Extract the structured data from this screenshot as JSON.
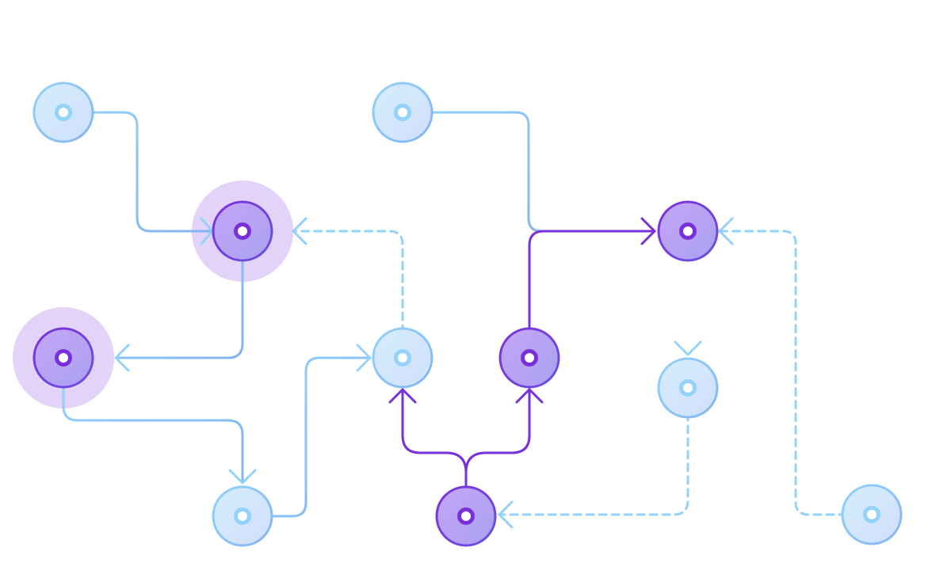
{
  "diagram": {
    "type": "node-flow-graph",
    "palette": {
      "blue_light": "#93d2fb",
      "blue_mid": "#82b4f3",
      "blue_fill_start": "#d6ecfe",
      "blue_fill_end": "#cfe0fb",
      "purple": "#7a30d9",
      "purple_stroke": "#6d3fd9",
      "purple_fill_start": "#c5a4f5",
      "purple_fill_end": "#a9a2f1",
      "purple_halo": "#e3d3f9",
      "background": "#ffffff"
    },
    "nodes": [
      {
        "id": "n1",
        "variant": "blue",
        "halo": false
      },
      {
        "id": "n2",
        "variant": "blue",
        "halo": false
      },
      {
        "id": "n3",
        "variant": "purple",
        "halo": true
      },
      {
        "id": "n4",
        "variant": "purple",
        "halo": false
      },
      {
        "id": "n5",
        "variant": "purple",
        "halo": true
      },
      {
        "id": "n6",
        "variant": "blue",
        "halo": false
      },
      {
        "id": "n7",
        "variant": "purple",
        "halo": false
      },
      {
        "id": "n8",
        "variant": "blue",
        "halo": false
      },
      {
        "id": "n9",
        "variant": "blue",
        "halo": false
      },
      {
        "id": "n10",
        "variant": "purple",
        "halo": false
      },
      {
        "id": "n11",
        "variant": "blue",
        "halo": false
      }
    ],
    "edges": [
      {
        "id": "e1",
        "from": "n1",
        "to": "n3",
        "style": "solid",
        "color": "blue"
      },
      {
        "id": "e2",
        "from": "n2",
        "to": "n4",
        "style": "solid",
        "color": "blue"
      },
      {
        "id": "e3",
        "from": "n3",
        "to": "n5",
        "style": "solid",
        "color": "blue"
      },
      {
        "id": "e4",
        "from": "n6",
        "to": "n3",
        "style": "dashed",
        "color": "blue"
      },
      {
        "id": "e5",
        "from": "n7",
        "to": "n4",
        "style": "solid",
        "color": "purple"
      },
      {
        "id": "e6",
        "from": "n4",
        "to": "n8",
        "style": "solid",
        "color": "blue"
      },
      {
        "id": "e7",
        "from": "n11",
        "to": "n4",
        "style": "dashed",
        "color": "blue"
      },
      {
        "id": "e8",
        "from": "n5",
        "to": "n9",
        "style": "solid",
        "color": "blue"
      },
      {
        "id": "e9",
        "from": "n9",
        "to": "n6",
        "style": "solid",
        "color": "blue"
      },
      {
        "id": "e10",
        "from": "n10",
        "to": "n6",
        "style": "solid",
        "color": "purple"
      },
      {
        "id": "e11",
        "from": "n10",
        "to": "n7",
        "style": "solid",
        "color": "purple"
      },
      {
        "id": "e12",
        "from": "n8",
        "to": "n10",
        "style": "dashed",
        "color": "blue"
      }
    ]
  }
}
